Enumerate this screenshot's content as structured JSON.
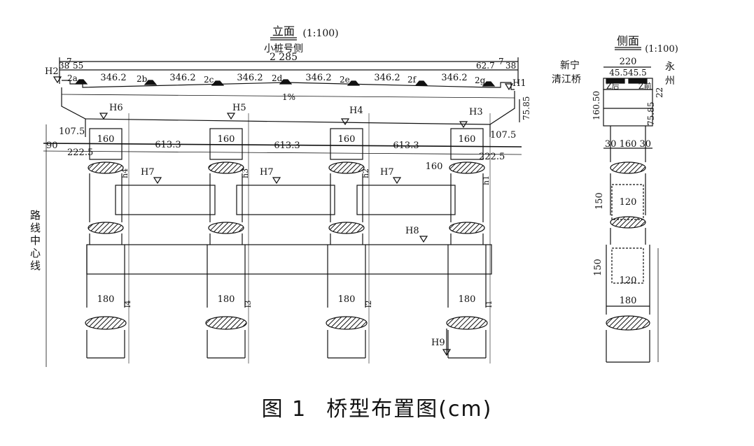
{
  "elevation": {
    "title": "立面",
    "scale": "(1:100)",
    "subtitle": "小桩号侧",
    "total_width": "2 285",
    "left_dims": [
      "38",
      "7",
      "55"
    ],
    "right_dims": [
      "62.7",
      "7",
      "38"
    ],
    "beam_spacing": "346.2",
    "beam_labels": [
      "2a",
      "2b",
      "2c",
      "2d",
      "2e",
      "2f",
      "2g"
    ],
    "slope": "1%",
    "levels": [
      "H1",
      "H2",
      "H3",
      "H4",
      "H5",
      "H6",
      "H7",
      "H8",
      "H9"
    ],
    "cap_height": "75.85",
    "column_width": "160",
    "column_spacing": "613.3",
    "left_offset": "90",
    "cantilever": "107.5",
    "edge_dist": "222.5",
    "pile_width": "180",
    "heights": [
      "h1",
      "h2",
      "h3",
      "h4"
    ],
    "piles": [
      "l1",
      "l2",
      "l3",
      "l4"
    ],
    "centerline": "路线中心线"
  },
  "side": {
    "title": "侧面",
    "scale": "(1:100)",
    "top_width": "220",
    "bearing_dims": "45.545.5",
    "cap_dims": "160.50",
    "total_depth": "75.85",
    "pier_dims": "30 160 30",
    "beam_width": "120",
    "beam_height": "150",
    "pile_width": "180",
    "edge": "22",
    "left_label_1": "新宁",
    "left_label_2": "清江桥",
    "right_label_1": "永",
    "right_label_2": "州",
    "bearing_labels": [
      "Z后",
      "Z前"
    ]
  },
  "caption": {
    "label": "图 1",
    "title": "桥型布置图(cm)"
  }
}
